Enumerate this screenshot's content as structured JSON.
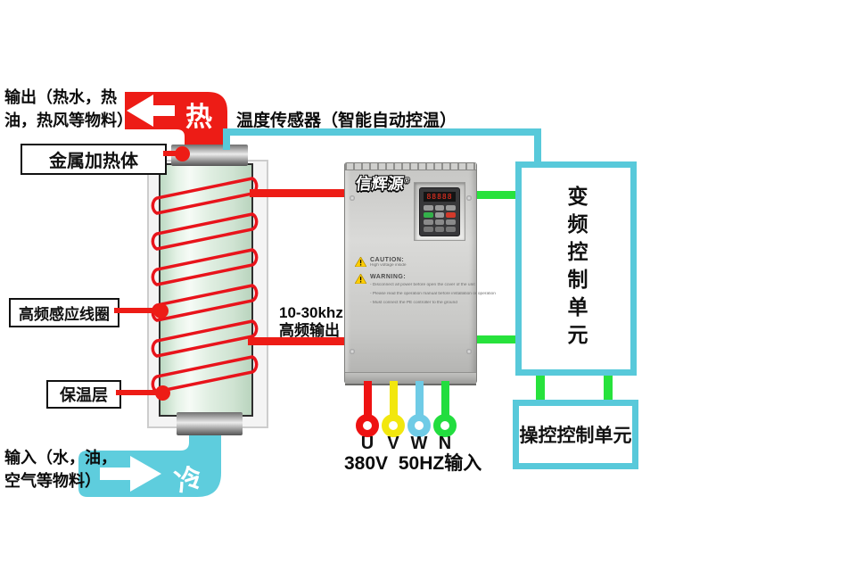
{
  "diagram": {
    "output_label": [
      "输出（热水，热",
      "油，热风等物料）"
    ],
    "hot_tag": "热",
    "metal_heater_label": "金属加热体",
    "temp_sensor_label": "温度传感器（智能自动控温）",
    "coil_label": "高频感应线圈",
    "hf_output_label": [
      "10-30khz",
      "高频输出"
    ],
    "insulation_label": "保温层",
    "input_label": [
      "输入（水，油，",
      "空气等物料）"
    ],
    "cold_tag": "冷",
    "freq_unit_label": "变频控制单元",
    "control_unit_label": "操控控制单元",
    "power_label": "380V 50HZ输入",
    "terminals": [
      "U",
      "V",
      "W",
      "N"
    ]
  },
  "device": {
    "brand": "信辉源",
    "reg_mark": "®",
    "display_value": "88888",
    "caution_title": "CAUTION:",
    "caution_line": "High voltage inside",
    "warning_title": "WARNING:",
    "warning_lines": [
      "- Disconnect all power before open the cover of the unit",
      "- Please read the operation manual before installation or operation",
      "- Must connect the PE controller to the ground"
    ]
  },
  "colors": {
    "hot_red": "#ed1c16",
    "cold_cyan": "#5ecddd",
    "line_green": "#27e23c",
    "wire_u_red": "#ee1212",
    "wire_v_yellow": "#f2e70e",
    "wire_w_cyan": "#6fcbe6",
    "wire_n_green": "#22dd3f",
    "box_border_cyan": "#58c9da"
  }
}
